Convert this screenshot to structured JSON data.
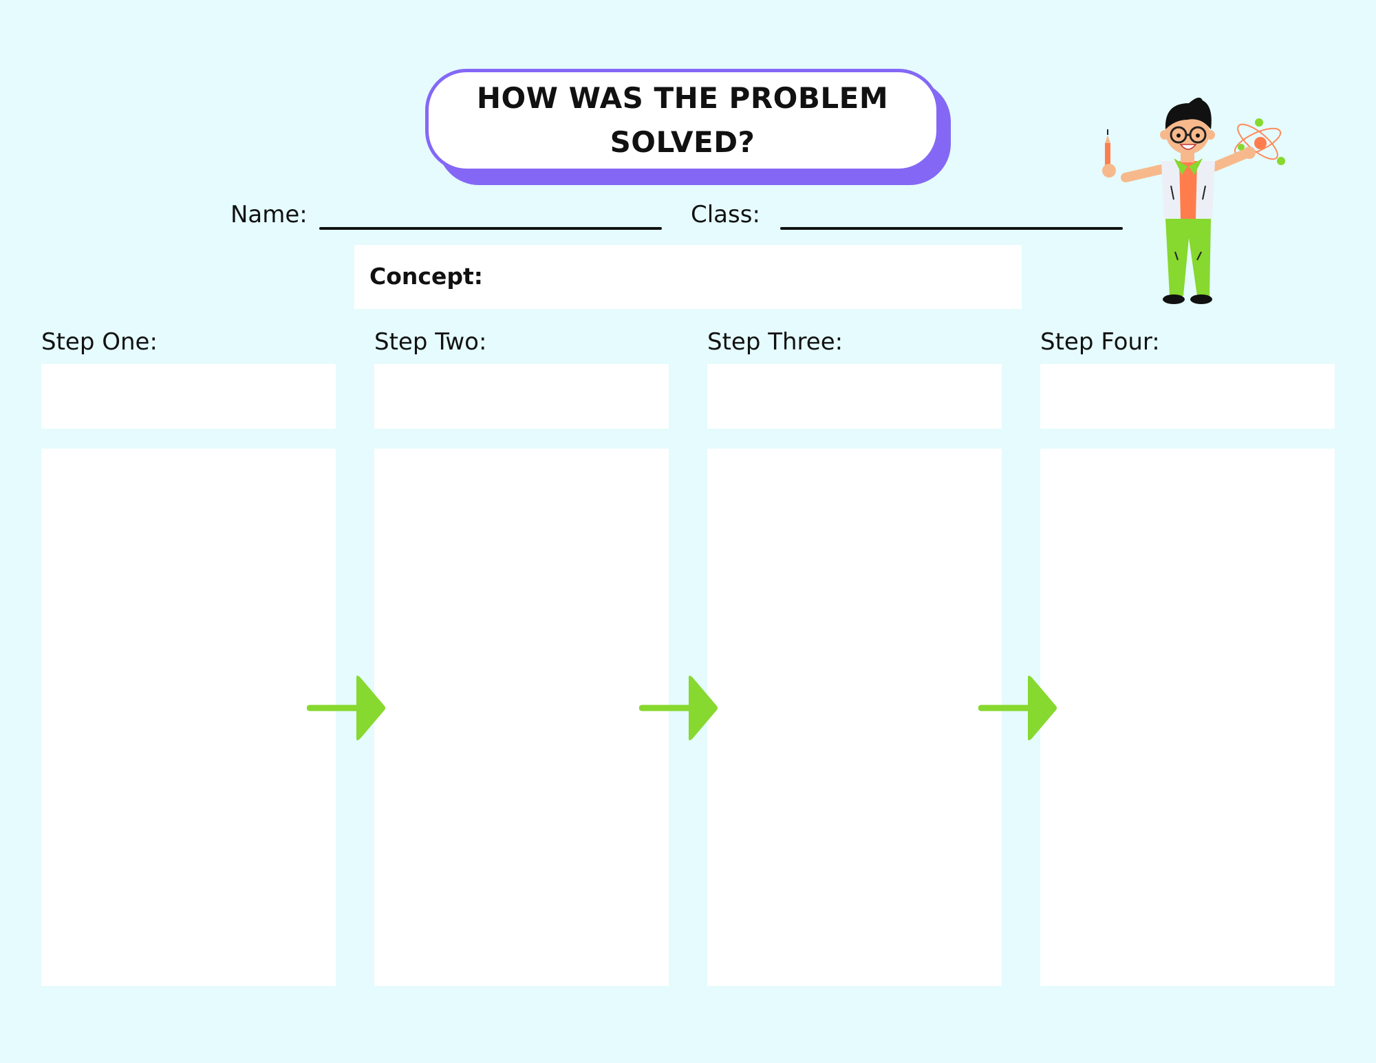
{
  "header": {
    "title_line1": "HOW WAS THE PROBLEM",
    "title_line2": "SOLVED?"
  },
  "fields": {
    "name_label": "Name:",
    "class_label": "Class:",
    "concept_label": "Concept:"
  },
  "steps": [
    {
      "label": "Step One:"
    },
    {
      "label": "Step Two:"
    },
    {
      "label": "Step Three:"
    },
    {
      "label": "Step Four:"
    }
  ],
  "colors": {
    "background": "#e5fbfd",
    "accent_purple": "#8468f5",
    "arrow_green": "#87d82f",
    "box_white": "#ffffff"
  },
  "icons": {
    "illustration": "scientist-icon",
    "arrows": "arrow-right-icon"
  }
}
